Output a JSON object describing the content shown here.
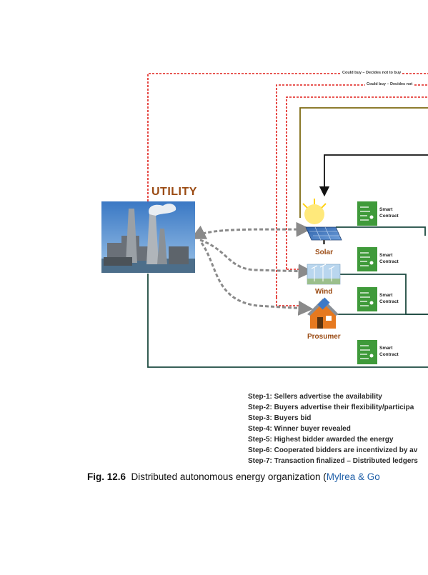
{
  "utility_label": "UTILITY",
  "nodes": {
    "solar": "Solar",
    "wind": "Wind",
    "prosumer": "Prosumer"
  },
  "dashed_labels": {
    "top": "Could buy – Decides not to buy",
    "second": "Could buy – Decides not"
  },
  "smart_contracts": [
    {
      "line1": "Smart",
      "line2": "Contract"
    },
    {
      "line1": "Smart",
      "line2": "Contract"
    },
    {
      "line1": "Smart",
      "line2": "Contract"
    },
    {
      "line1": "Smart",
      "line2": "Contract"
    }
  ],
  "steps": [
    "Step-1: Sellers advertise the availability",
    "Step-2: Buyers advertise their flexibility/participa",
    "Step-3: Buyers bid",
    "Step-4: Winner buyer revealed",
    "Step-5: Highest bidder awarded the energy",
    "Step-6: Cooperated bidders are incentivized by av",
    "Step-7: Transaction finalized – Distributed ledgers"
  ],
  "caption": {
    "fig": "Fig. 12.6",
    "text": "Distributed autonomous energy organization (",
    "cite": "Mylrea & Go"
  },
  "colors": {
    "red_dashed": "#e0201b",
    "olive": "#7d6a10",
    "teal": "#1d4a40",
    "gray_dashed": "#8a8a8a",
    "label_brown": "#9a4a12",
    "contract_green": "#3f9a3a"
  }
}
